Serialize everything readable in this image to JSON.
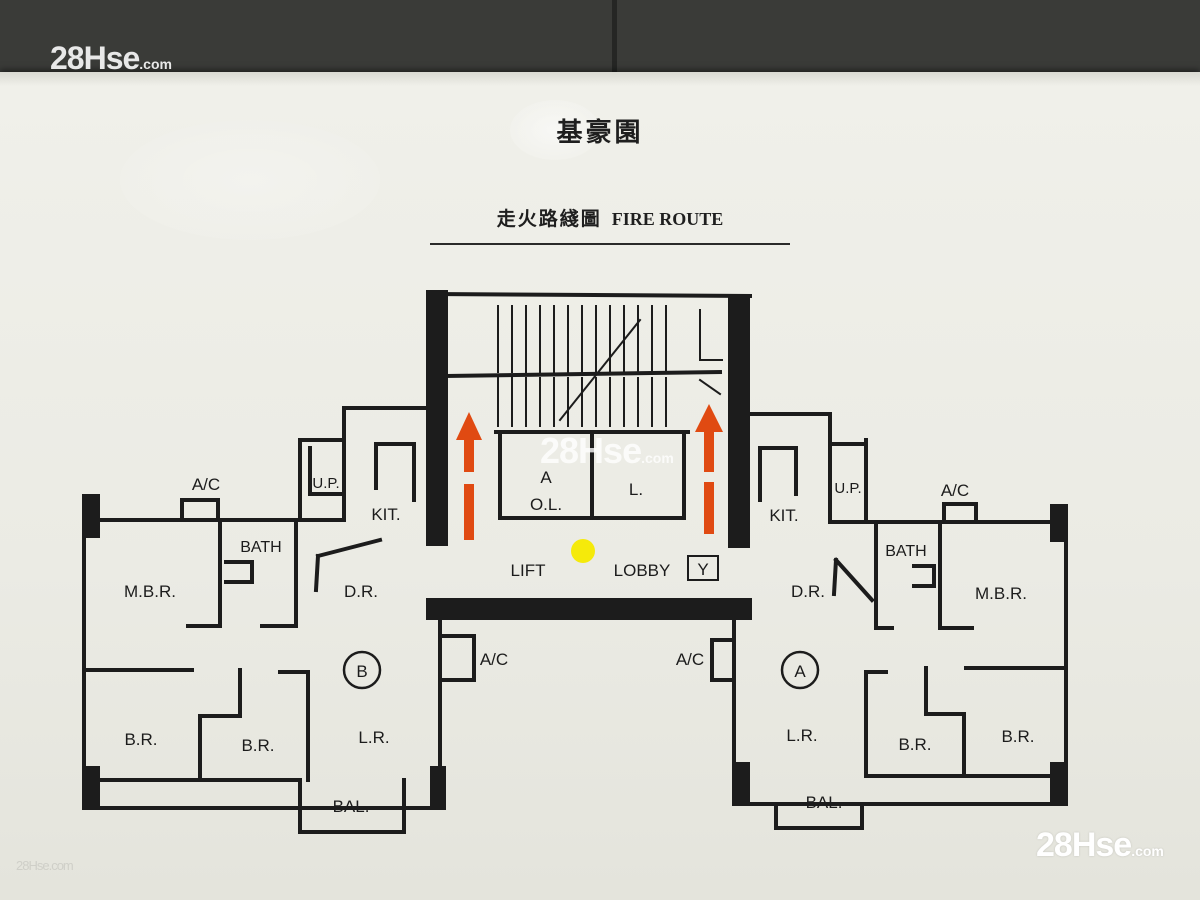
{
  "sign": {
    "title": "基豪園",
    "subtitle_zh": "走火路綫圖",
    "subtitle_en": "FIRE ROUTE"
  },
  "watermarks": {
    "top_left": "28Hse",
    "top_left_suffix": ".com",
    "bottom_right": "28Hse",
    "bottom_right_suffix": ".com",
    "center": "28Hse",
    "center_suffix": ".com",
    "bottom_left": "28Hse.com"
  },
  "plan": {
    "unit_a": "A",
    "unit_b": "B",
    "lift_left": "A",
    "lift_left_sub": "O.L.",
    "lift_right": "L.",
    "lobby_left": "LIFT",
    "lobby_right": "LOBBY",
    "lobby_marker": "Y",
    "labels": {
      "ac": "A/C",
      "up": "U.P.",
      "kit": "KIT.",
      "bath": "BATH",
      "mbr": "M.B.R.",
      "dr": "D.R.",
      "br": "B.R.",
      "lr": "L.R.",
      "bal": "BAL."
    }
  },
  "colors": {
    "arrow": "#e04a12",
    "you_are_here": "#f5ea0a",
    "wall": "#1c1c1c"
  }
}
